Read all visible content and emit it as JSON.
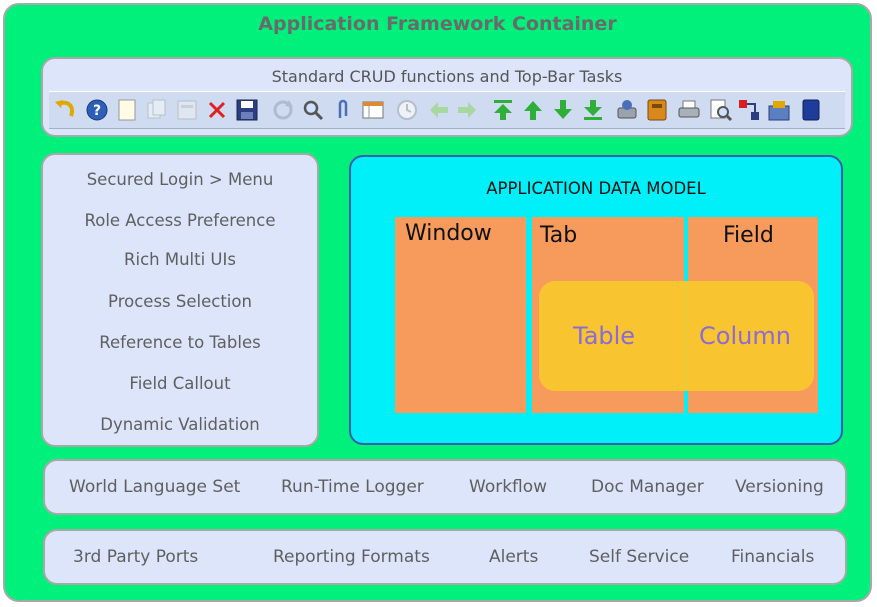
{
  "title": "Application Framework Container",
  "toolbar": {
    "title": "Standard CRUD functions and Top-Bar Tasks",
    "icons": [
      "undo-icon",
      "help-icon",
      "new-record-icon",
      "copy-record-icon",
      "delete-selection-icon",
      "delete-record-icon",
      "save-icon",
      "refresh-icon",
      "find-icon",
      "attachment-icon",
      "multi-view-icon",
      "history-icon",
      "back-icon",
      "forward-icon",
      "first-record-icon",
      "previous-record-icon",
      "next-record-icon",
      "last-record-icon",
      "report-icon",
      "archive-icon",
      "print-icon",
      "zoom-across-icon",
      "workflow-icon",
      "product-info-icon",
      "end-icon"
    ]
  },
  "sidebar": {
    "items": [
      "Secured Login > Menu",
      "Role Access Preference",
      "Rich Multi UIs",
      "Process Selection",
      "Reference to Tables",
      "Field Callout",
      "Dynamic Validation"
    ]
  },
  "model": {
    "title": "APPLICATION DATA MODEL",
    "window_label": "Window",
    "tab_label": "Tab",
    "field_label": "Field",
    "table_label": "Table",
    "column_label": "Column"
  },
  "row1": {
    "items": [
      "World Language Set",
      "Run-Time Logger",
      "Workflow",
      "Doc Manager",
      "Versioning"
    ]
  },
  "row2": {
    "items": [
      "3rd Party Ports",
      "Reporting Formats",
      "Alerts",
      "Self Service",
      "Financials"
    ]
  },
  "colors": {
    "container": "#00f07c",
    "panel": "#dde5fb",
    "model": "#00f0fa",
    "orange": "#f69b5b",
    "yellow": "#f8c52d",
    "purple": "#8b6bd6"
  }
}
